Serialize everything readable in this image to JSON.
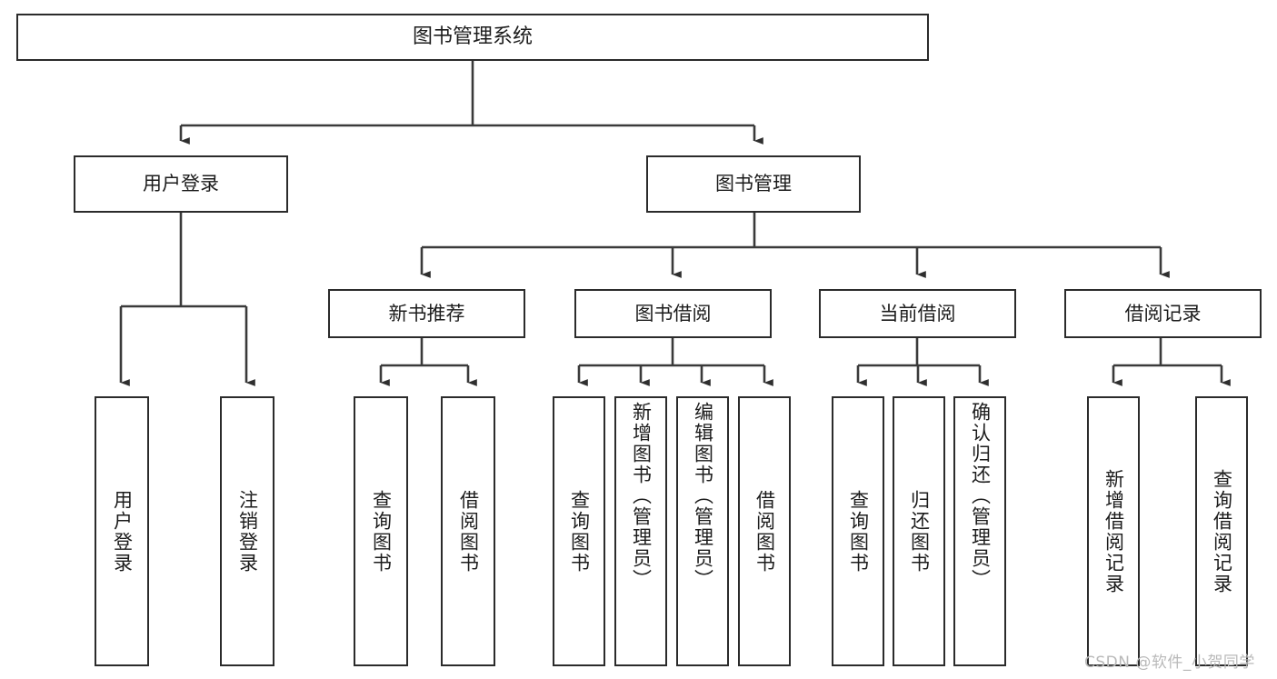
{
  "diagram": {
    "title": "图书管理系统",
    "type": "tree",
    "watermark": "CSDN @软件_小贺同学",
    "colors": {
      "box_border": "#2b2b2b",
      "box_fill": "#ffffff",
      "connector": "#3a3a3a",
      "text": "#1c1c1c",
      "watermark": "#b9b9b9",
      "background": "#ffffff"
    },
    "root": {
      "label": "图书管理系统"
    },
    "level2": [
      {
        "label": "用户登录"
      },
      {
        "label": "图书管理"
      }
    ],
    "level3": [
      {
        "label": "新书推荐"
      },
      {
        "label": "图书借阅"
      },
      {
        "label": "当前借阅"
      },
      {
        "label": "借阅记录"
      }
    ],
    "leaves": {
      "user_login": [
        {
          "label": "用户登录"
        },
        {
          "label": "注销登录"
        }
      ],
      "new_book_recommend": [
        {
          "label": "查询图书"
        },
        {
          "label": "借阅图书"
        }
      ],
      "book_borrow": [
        {
          "label": "查询图书"
        },
        {
          "label": "新增图书（管理员）"
        },
        {
          "label": "编辑图书（管理员）"
        },
        {
          "label": "借阅图书"
        }
      ],
      "current_borrow": [
        {
          "label": "查询图书"
        },
        {
          "label": "归还图书"
        },
        {
          "label": "确认归还（管理员）"
        }
      ],
      "borrow_record": [
        {
          "label": "新增借阅记录"
        },
        {
          "label": "查询借阅记录"
        }
      ]
    }
  }
}
